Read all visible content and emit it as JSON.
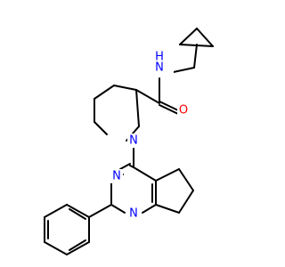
{
  "molecule": {
    "atom_labels": {
      "amide_nitrogen": "N",
      "amide_hydrogen": "H",
      "carbonyl_oxygen": "O",
      "piperidine_nitrogen": "N",
      "pyrimidine_nitrogen_upper": "N",
      "pyrimidine_nitrogen_lower": "N"
    },
    "colors": {
      "nitrogen": "#0000ff",
      "oxygen": "#ff0000",
      "carbon_bond": "#000000",
      "background": "#ffffff"
    }
  }
}
